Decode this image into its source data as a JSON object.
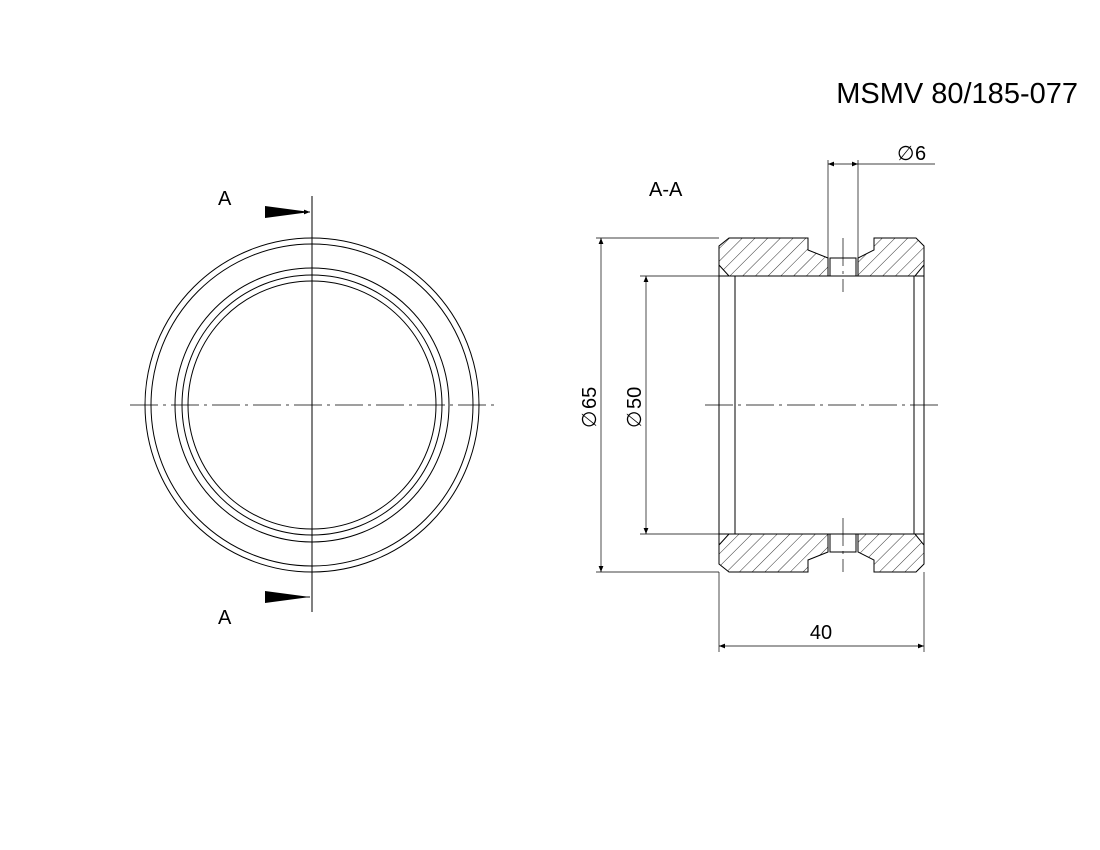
{
  "drawing": {
    "part_number": "MSMV 80/185-077",
    "section_marker_top": "A",
    "section_marker_bottom": "A",
    "section_title": "A-A",
    "dimensions": {
      "outer_diameter": "65",
      "inner_diameter": "50",
      "hole_diameter": "6",
      "length": "40"
    },
    "diameter_symbol": "∅"
  }
}
